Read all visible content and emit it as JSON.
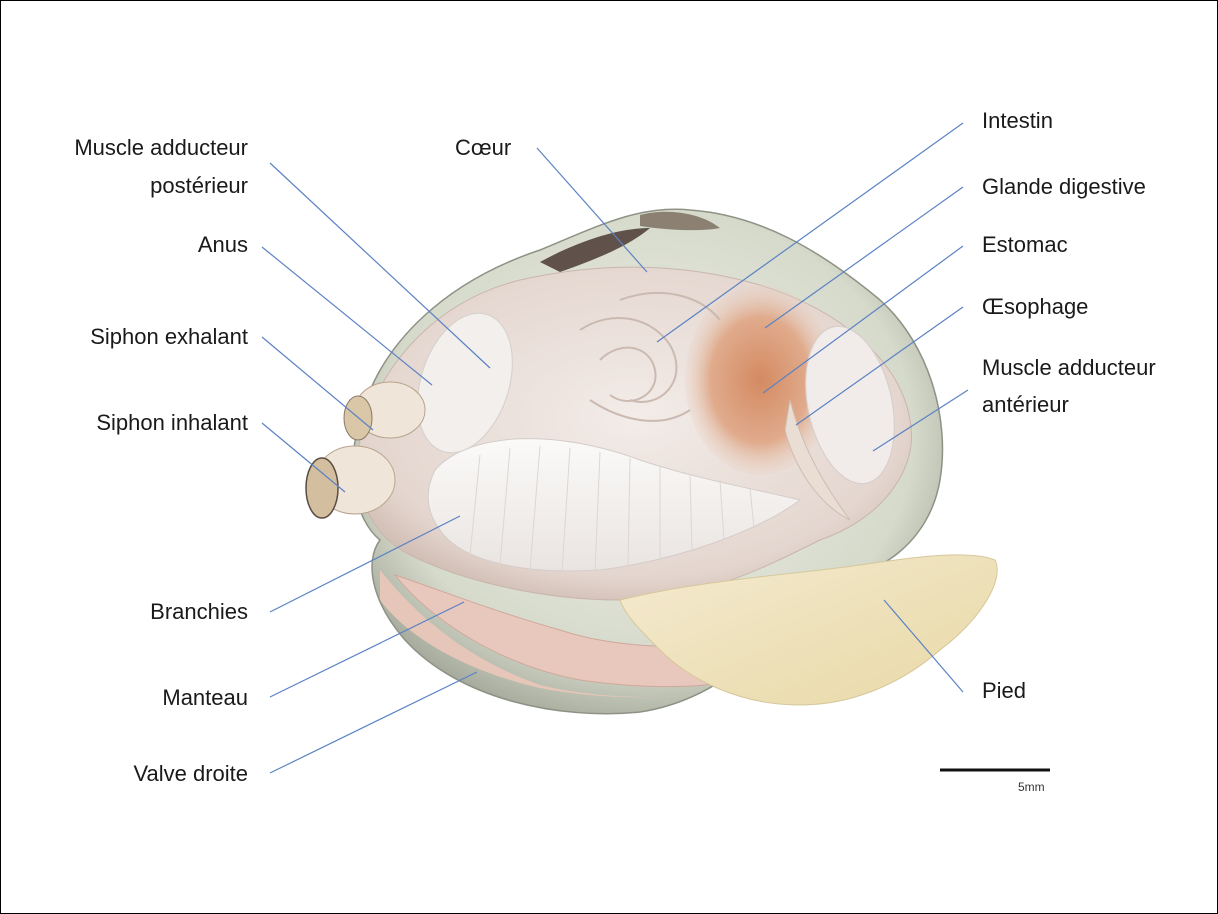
{
  "colors": {
    "leader_line": "#5b82c4",
    "label_text": "#1a1a1a",
    "shell_outer": "#d9dccf",
    "mantle": "#e7c3b6",
    "body_inner": "#efe7e2",
    "foot": "#efe2b4",
    "digestive": "#d9a07f"
  },
  "labels": {
    "muscle_post": [
      "Muscle adducteur",
      "postérieur"
    ],
    "anus": "Anus",
    "siphon_exhalant": "Siphon exhalant",
    "siphon_inhalant": "Siphon inhalant",
    "branchies": "Branchies",
    "manteau": "Manteau",
    "valve_droite": "Valve droite",
    "coeur": "Cœur",
    "intestin": "Intestin",
    "glande_digestive": "Glande digestive",
    "estomac": "Estomac",
    "oesophage": "Œsophage",
    "muscle_ant": [
      "Muscle adducteur",
      "antérieur"
    ],
    "pied": "Pied"
  },
  "scale_bar": {
    "label": "5mm"
  }
}
